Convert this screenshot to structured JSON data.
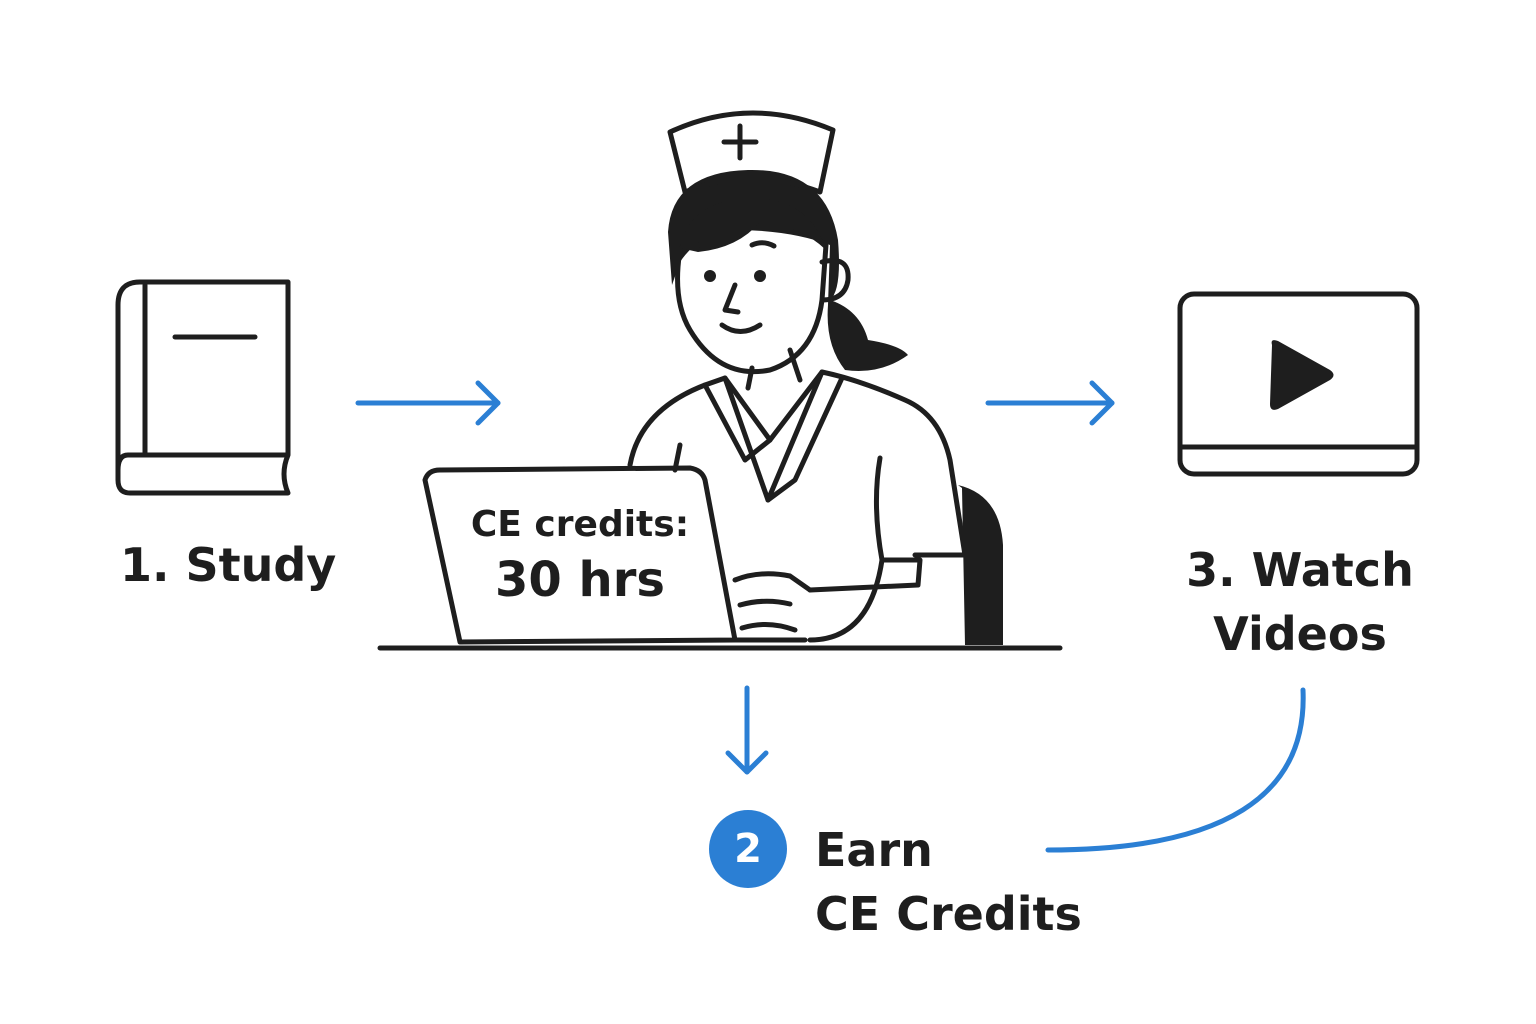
{
  "steps": {
    "study": {
      "label": "1. Study",
      "icon": "book-icon"
    },
    "earn": {
      "number": "2",
      "line1": "Earn",
      "line2": "CE Credits"
    },
    "watch": {
      "line1": "3. Watch",
      "line2": "Videos",
      "icon": "video-play-icon"
    }
  },
  "laptop": {
    "line1": "CE credits:",
    "line2": "30 hrs"
  },
  "colors": {
    "accent": "#2b7fd4",
    "ink": "#1e1e1e"
  }
}
